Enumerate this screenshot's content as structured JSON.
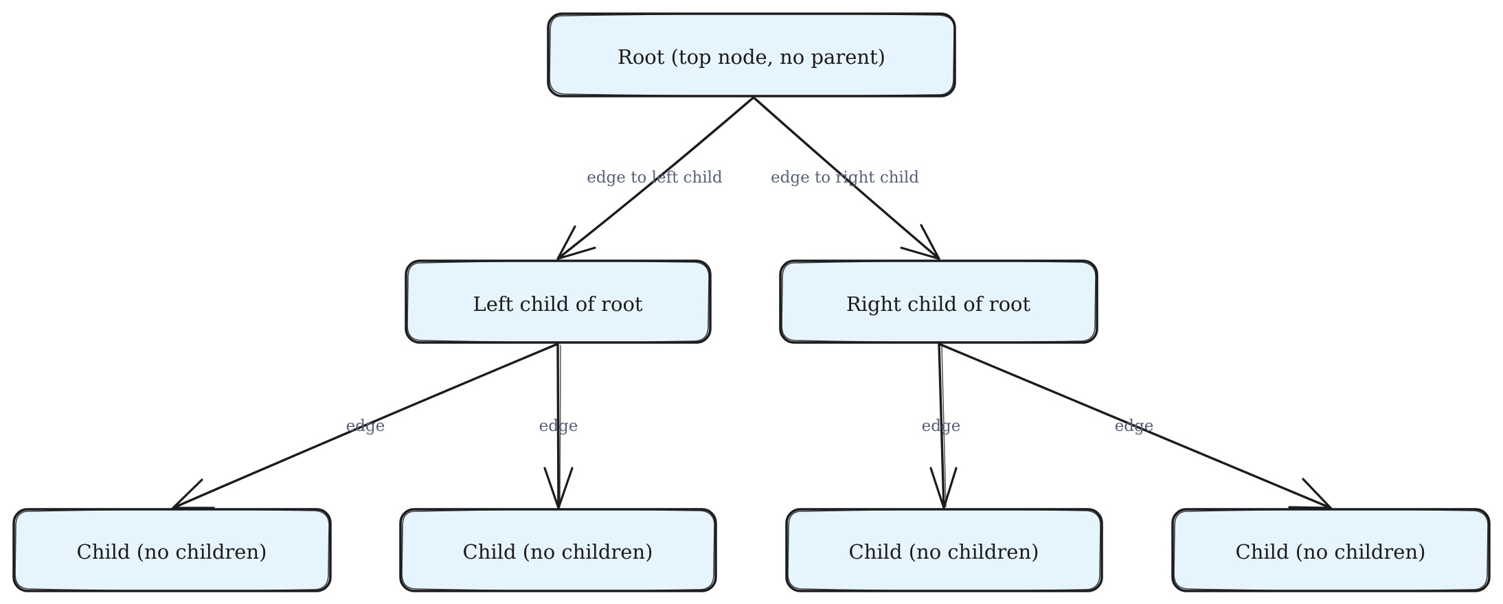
{
  "diagram": {
    "colors": {
      "node_fill": "#e6f4fd",
      "stroke": "#1c1c1c",
      "node_text": "#1b1b1b",
      "edge_label_text": "#56627a"
    },
    "nodes": [
      {
        "id": "root",
        "label": "Root (top node, no parent)"
      },
      {
        "id": "left",
        "label": "Left child of root"
      },
      {
        "id": "right",
        "label": "Right child of root"
      },
      {
        "id": "ll",
        "label": "Child (no children)"
      },
      {
        "id": "lr",
        "label": "Child (no children)"
      },
      {
        "id": "rl",
        "label": "Child (no children)"
      },
      {
        "id": "rr",
        "label": "Child (no children)"
      }
    ],
    "edges": [
      {
        "from": "root",
        "to": "left",
        "label": "edge to left child"
      },
      {
        "from": "root",
        "to": "right",
        "label": "edge to right child"
      },
      {
        "from": "left",
        "to": "ll",
        "label": "edge"
      },
      {
        "from": "left",
        "to": "lr",
        "label": "edge"
      },
      {
        "from": "right",
        "to": "rl",
        "label": "edge"
      },
      {
        "from": "right",
        "to": "rr",
        "label": "edge"
      }
    ]
  }
}
